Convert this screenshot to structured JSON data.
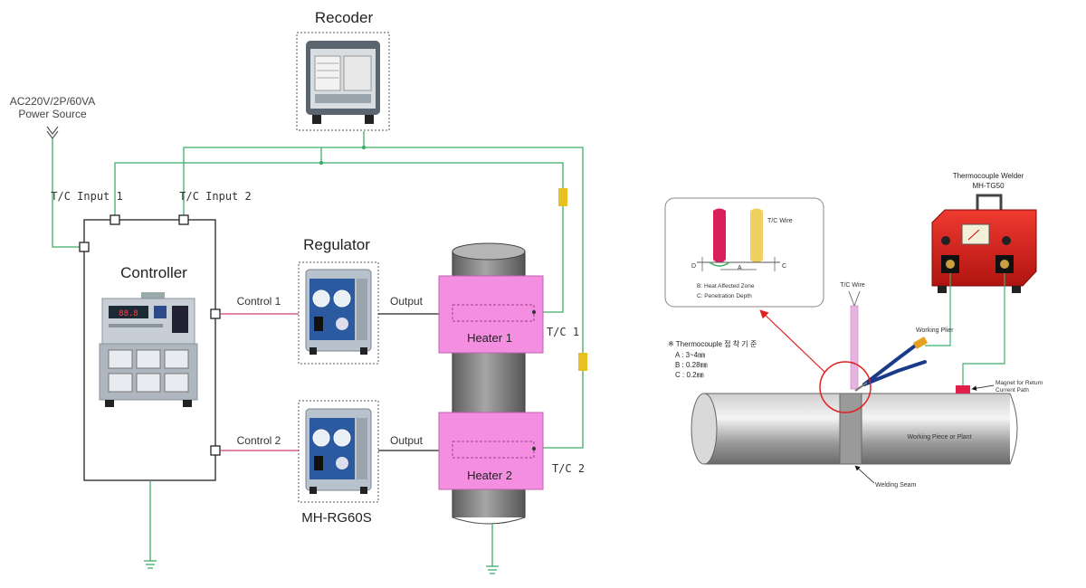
{
  "left_diagram": {
    "recorder_label": "Recoder",
    "power_source_line1": "AC220V/2P/60VA",
    "power_source_line2": "Power Source",
    "tc_input_1": "T/C Input 1",
    "tc_input_2": "T/C Input 2",
    "controller_label": "Controller",
    "regulator_label": "Regulator",
    "regulator_model": "MH-RG60S",
    "control_1": "Control 1",
    "control_2": "Control 2",
    "output_1": "Output",
    "output_2": "Output",
    "heater_1": "Heater 1",
    "heater_2": "Heater 2",
    "tc_1": "T/C 1",
    "tc_2": "T/C 2"
  },
  "right_diagram": {
    "welder_title": "Thermocouple Welder",
    "welder_model": "MH-TG50",
    "inset_tc_wire": "T/C Wire",
    "inset_dim_d": "D",
    "inset_dim_a": "A",
    "inset_dim_c": "C",
    "inset_legend_b": "B: Heat Affected Zone",
    "inset_legend_c": "C: Penetration Depth",
    "tc_wire_label": "T/C Wire",
    "working_plier": "Working Plier",
    "criteria_title": "※ Thermocouple 접 착 기 준",
    "criteria_a": "A : 3~4㎜",
    "criteria_b": "B : 0.28㎜",
    "criteria_c": "C : 0.2㎜",
    "magnet_line1": "Magnet for Return",
    "magnet_line2": "Current Path",
    "working_piece": "Working Piece or Plant",
    "welding_seam": "Welding Seam"
  },
  "colors": {
    "signal_wire": "#3fae6a",
    "control_wire": "#d04070",
    "heater_fill": "#f38ee0",
    "fuse": "#e8c020",
    "pipe": "#8a8a8a",
    "welder_body": "#d8201c",
    "callout_red": "#e02020"
  }
}
